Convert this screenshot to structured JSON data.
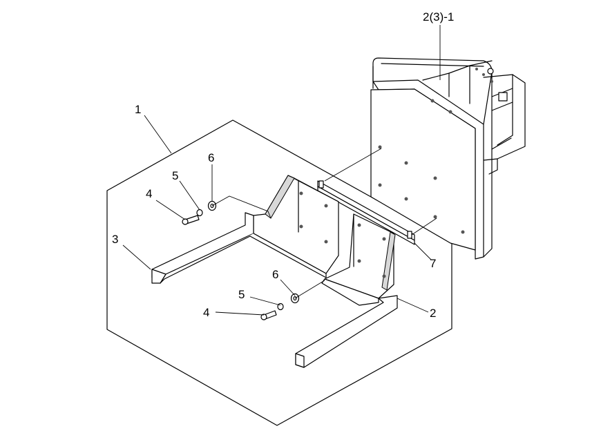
{
  "callouts": {
    "assembly": "1",
    "right_bracket": "2",
    "left_bracket": "3",
    "bolt_upper": "4",
    "bolt_lower": "4",
    "lock_washer_upper": "5",
    "lock_washer_lower": "5",
    "flat_washer_upper": "6",
    "flat_washer_lower": "6",
    "strip": "7",
    "frame_reference": "2(3)-1"
  }
}
